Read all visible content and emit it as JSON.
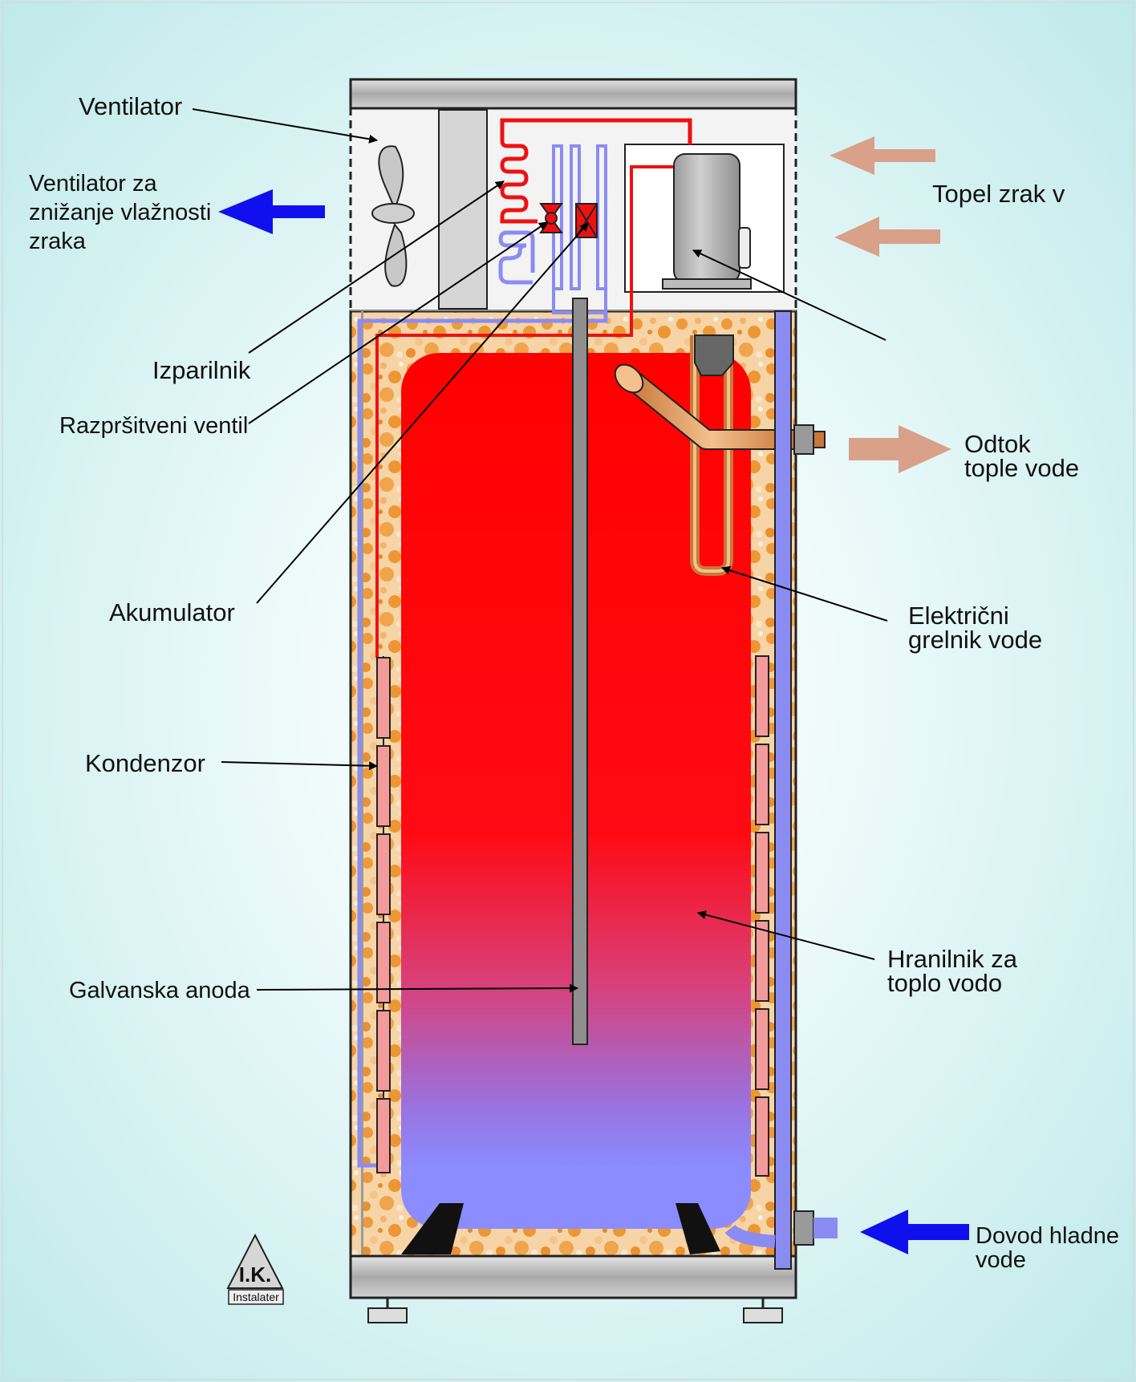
{
  "labels": {
    "ventilator": "Ventilator",
    "dehum_line1": "Ventilator za",
    "dehum_line2": "znižanje vlažnosti",
    "dehum_line3": "zraka",
    "evaporator": "Izparilnik",
    "expansion_valve": "Razpršitveni ventil",
    "accumulator": "Akumulator",
    "condenser": "Kondenzor",
    "anode": "Galvanska anoda",
    "warm_air": "Topel zrak v",
    "hot_out_line1": "Odtok",
    "hot_out_line2": "tople vode",
    "heater_line1": "Električni",
    "heater_line2": "grelnik vode",
    "tank_line1": "Hranilnik za",
    "tank_line2": "toplo vodo",
    "cold_in_line1": "Dovod hladne",
    "cold_in_line2": "vode"
  },
  "logo": {
    "initials": "I.K.",
    "caption": "Instalater"
  },
  "colors": {
    "hot_pipe": "#ee1111",
    "cold_pipe": "#8a8cf2",
    "tank_hot": "#ff0000",
    "tank_cold": "#8a8cff",
    "insulation": "#f0a14a",
    "arrow_warm": "#d9a08a",
    "arrow_cold": "#1010ee",
    "frame": "#222222"
  }
}
